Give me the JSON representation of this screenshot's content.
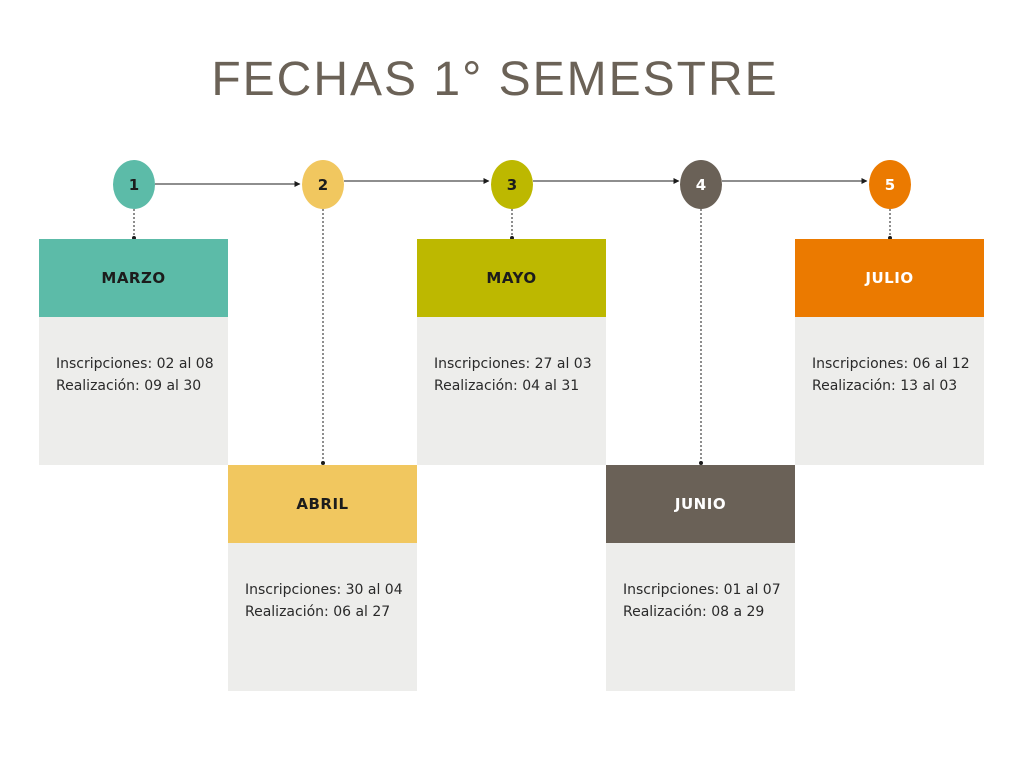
{
  "title": "FECHAS 1° SEMESTRE",
  "colors": {
    "teal": "#5cbba8",
    "yellow": "#f1c75f",
    "olive": "#bdb800",
    "taupe": "#6a6157",
    "orange": "#eb7a00",
    "card_body": "#ededeb",
    "title": "#6b6257"
  },
  "steps": [
    {
      "number": "1",
      "month": "MARZO",
      "inscripciones": "Inscripciones: 02 al 08",
      "realizacion": "Realización: 09 al 30"
    },
    {
      "number": "2",
      "month": "ABRIL",
      "inscripciones": "Inscripciones: 30 al 04",
      "realizacion": "Realización: 06 al 27"
    },
    {
      "number": "3",
      "month": "MAYO",
      "inscripciones": "Inscripciones: 27 al 03",
      "realizacion": "Realización: 04 al 31"
    },
    {
      "number": "4",
      "month": "JUNIO",
      "inscripciones": "Inscripciones: 01 al 07",
      "realizacion": "Realización: 08 a 29"
    },
    {
      "number": "5",
      "month": "JULIO",
      "inscripciones": "Inscripciones: 06 al 12",
      "realizacion": "Realización: 13 al 03"
    }
  ]
}
